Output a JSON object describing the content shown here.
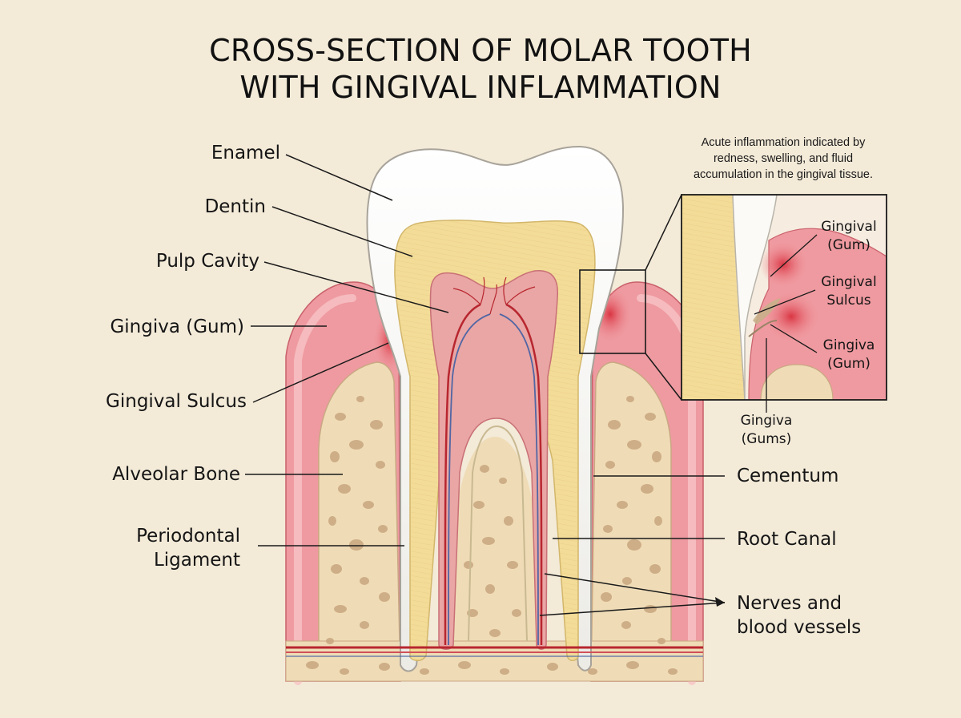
{
  "title": {
    "line1": "CROSS-SECTION OF MOLAR TOOTH",
    "line2": "WITH GINGIVAL INFLAMMATION"
  },
  "labels": {
    "enamel": "Enamel",
    "dentin": "Dentin",
    "pulp_cavity": "Pulp Cavity",
    "gingiva": "Gingiva (Gum)",
    "gingival_sulcus": "Gingival Sulcus",
    "alveolar_bone": "Alveolar Bone",
    "periodontal_line1": "Periodontal",
    "periodontal_line2": "Ligament",
    "cementum": "Cementum",
    "root_canal": "Root Canal",
    "nerves_line1": "Nerves and",
    "nerves_line2": "blood vessels"
  },
  "inset": {
    "note_line1": "Acute inflammation indicated by",
    "note_line2": "redness, swelling, and fluid",
    "note_line3": "accumulation in the gingival tissue.",
    "gum_top_line1": "Gingival",
    "gum_top_line2": "(Gum)",
    "sulcus_line1": "Gingival",
    "sulcus_line2": "Sulcus",
    "gum_mid_line1": "Gingiva",
    "gum_mid_line2": "(Gum)",
    "gums_bottom_line1": "Gingiva",
    "gums_bottom_line2": "(Gums)"
  },
  "colors": {
    "background": "#f3ead8",
    "enamel": "#fbfaf6",
    "dentin": "#f3dc98",
    "pulp": "#e9a6a4",
    "gum": "#ef9aa0",
    "gum_inflamed": "#dd4450",
    "bone": "#efdcb7",
    "bone_pore": "#c9a67f",
    "vessel_red": "#b8262f",
    "nerve_blue": "#5166a4"
  }
}
